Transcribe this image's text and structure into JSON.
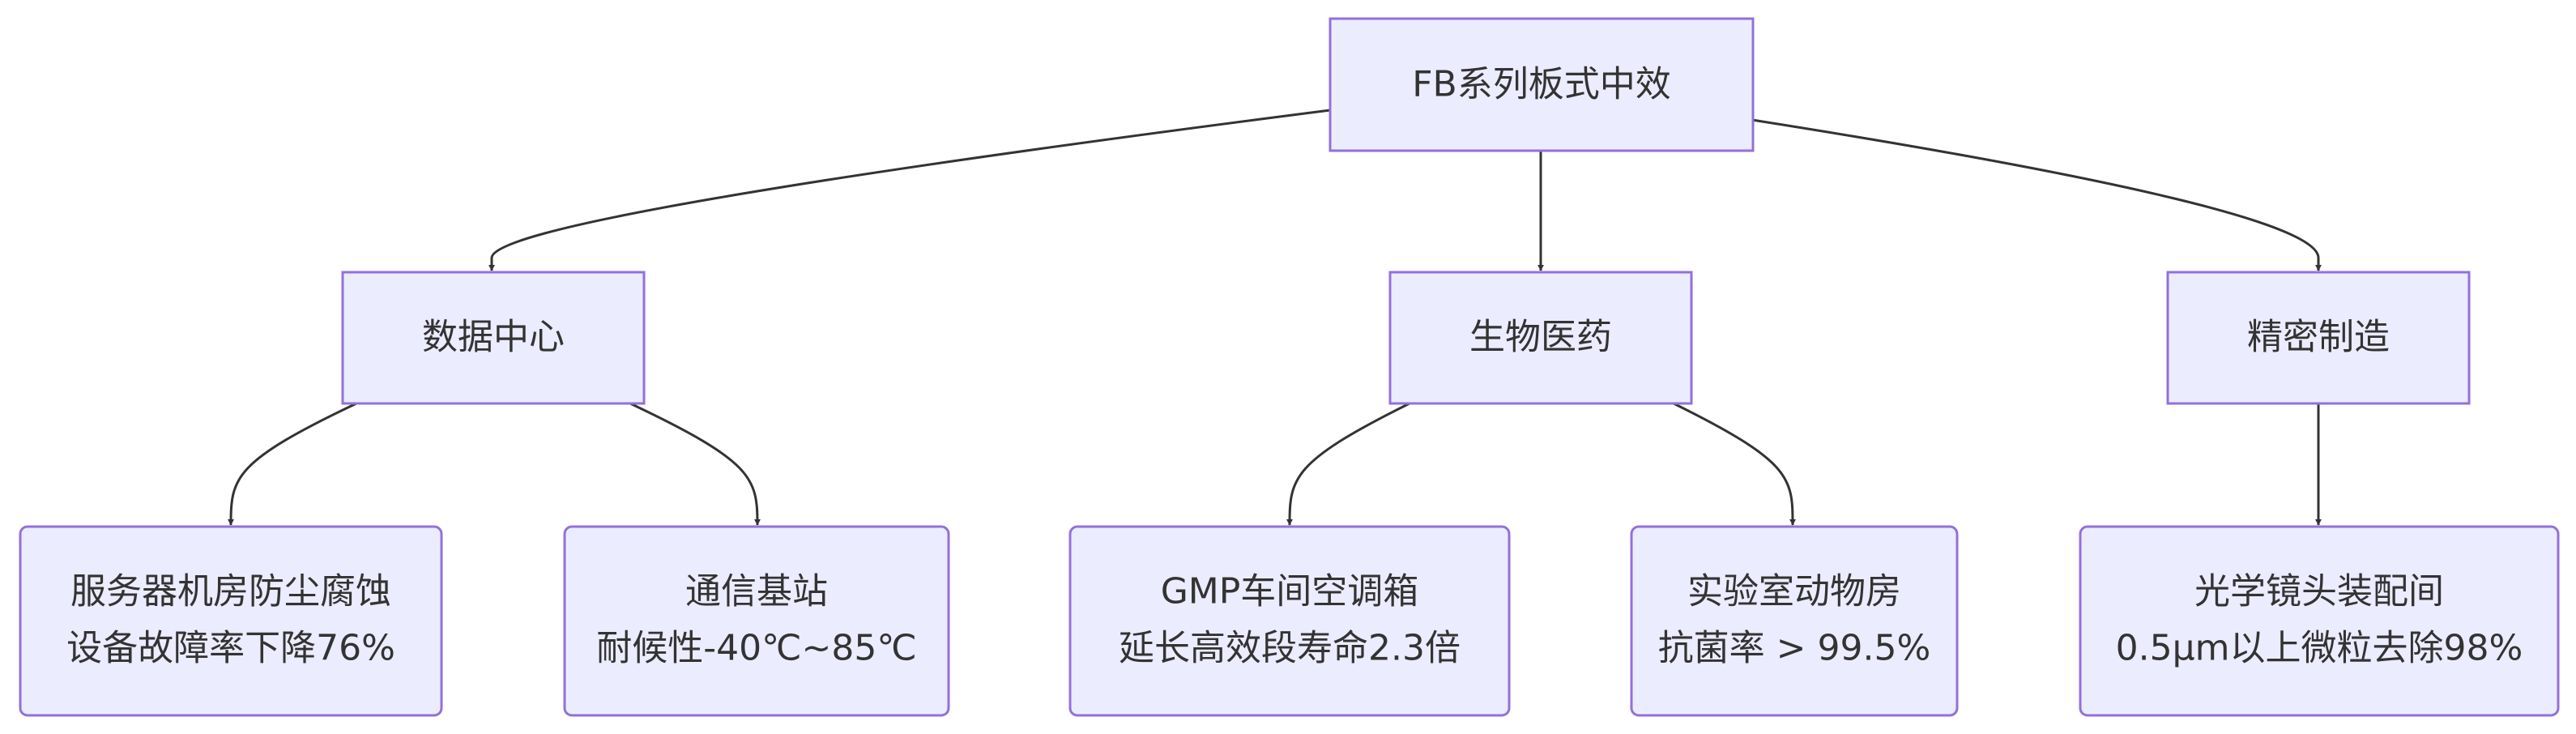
{
  "root": {
    "label": "FB系列板式中效"
  },
  "categories": [
    {
      "label": "数据中心",
      "children": [
        {
          "lines": [
            "服务器机房防尘腐蚀",
            "设备故障率下降76%"
          ]
        },
        {
          "lines": [
            "通信基站",
            "耐候性-40℃~85℃"
          ]
        }
      ]
    },
    {
      "label": "生物医药",
      "children": [
        {
          "lines": [
            "GMP车间空调箱",
            "延长高效段寿命2.3倍"
          ]
        },
        {
          "lines": [
            "实验室动物房",
            "抗菌率 > 99.5%"
          ]
        }
      ]
    },
    {
      "label": "精密制造",
      "children": [
        {
          "lines": [
            "光学镜头装配间",
            "0.5μm以上微粒去除98%"
          ]
        }
      ]
    }
  ],
  "colors": {
    "node_fill": "#ECECFF",
    "node_border": "#9370DB",
    "edge": "#333333",
    "text": "#333333"
  }
}
